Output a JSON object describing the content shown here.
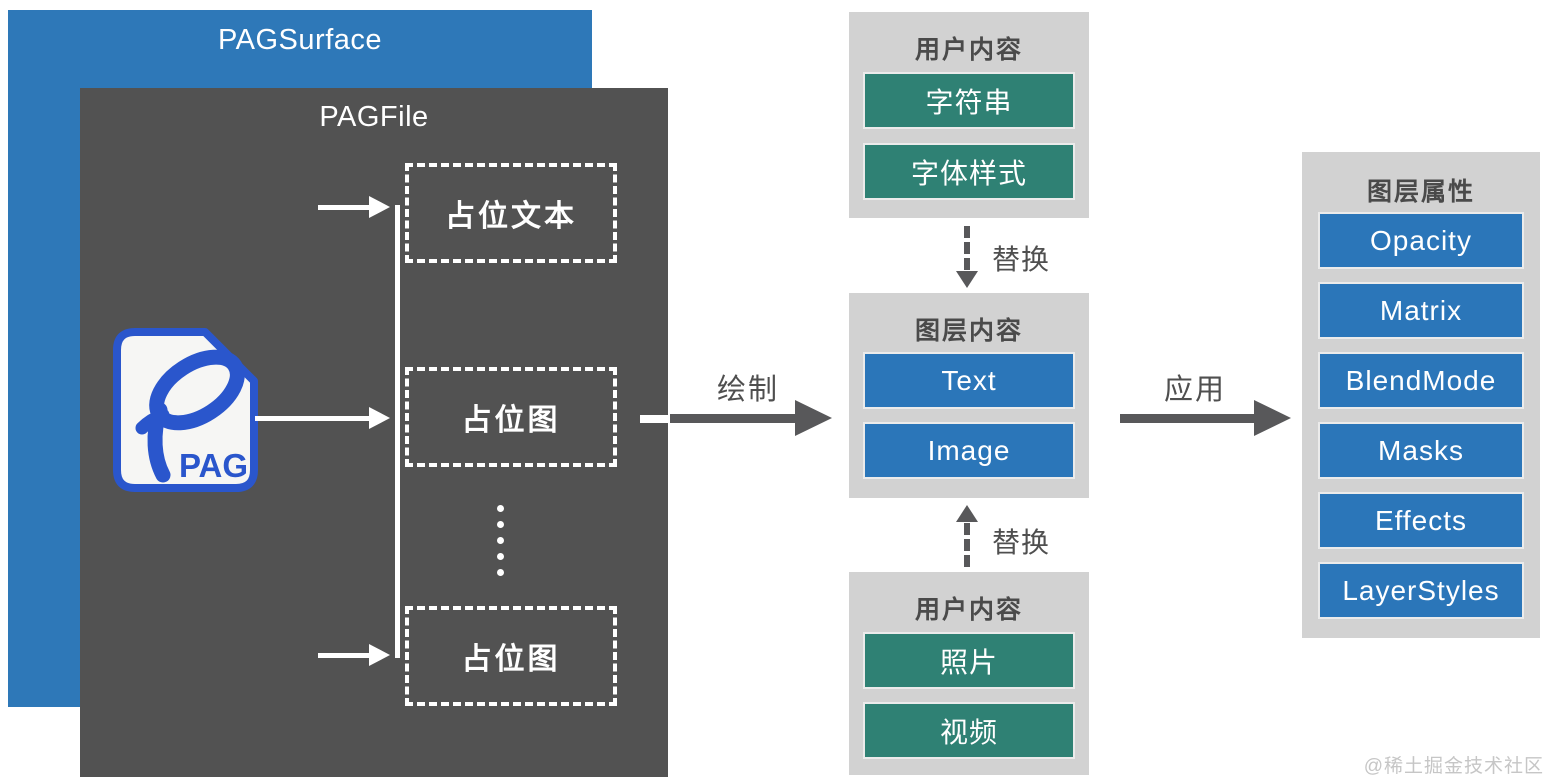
{
  "surface": {
    "title": "PAGSurface"
  },
  "file": {
    "title": "PAGFile",
    "icon": {
      "label": "PAG"
    },
    "placeholders": [
      {
        "label": "占位文本"
      },
      {
        "label": "占位图"
      },
      {
        "label": "占位图"
      }
    ]
  },
  "arrows": {
    "draw_label": "绘制",
    "apply_label": "应用",
    "replace_top_label": "替换",
    "replace_bottom_label": "替换"
  },
  "user_content_top": {
    "title": "用户内容",
    "items": [
      "字符串",
      "字体样式"
    ]
  },
  "layer_content": {
    "title": "图层内容",
    "items": [
      "Text",
      "Image"
    ]
  },
  "user_content_bottom": {
    "title": "用户内容",
    "items": [
      "照片",
      "视频"
    ]
  },
  "layer_properties": {
    "title": "图层属性",
    "items": [
      "Opacity",
      "Matrix",
      "BlendMode",
      "Masks",
      "Effects",
      "LayerStyles"
    ]
  },
  "watermark": "@稀土掘金技术社区",
  "colors": {
    "surface_blue": "#2e78b8",
    "file_dark_gray": "#525252",
    "panel_gray": "#d2d2d2",
    "chip_teal": "#2f8174",
    "chip_blue": "#2b76b9",
    "arrow_gray": "#58585a",
    "icon_blue": "#2a56cc",
    "text_dark": "#4a4a4a",
    "watermark_gray": "#c6c6c6"
  }
}
